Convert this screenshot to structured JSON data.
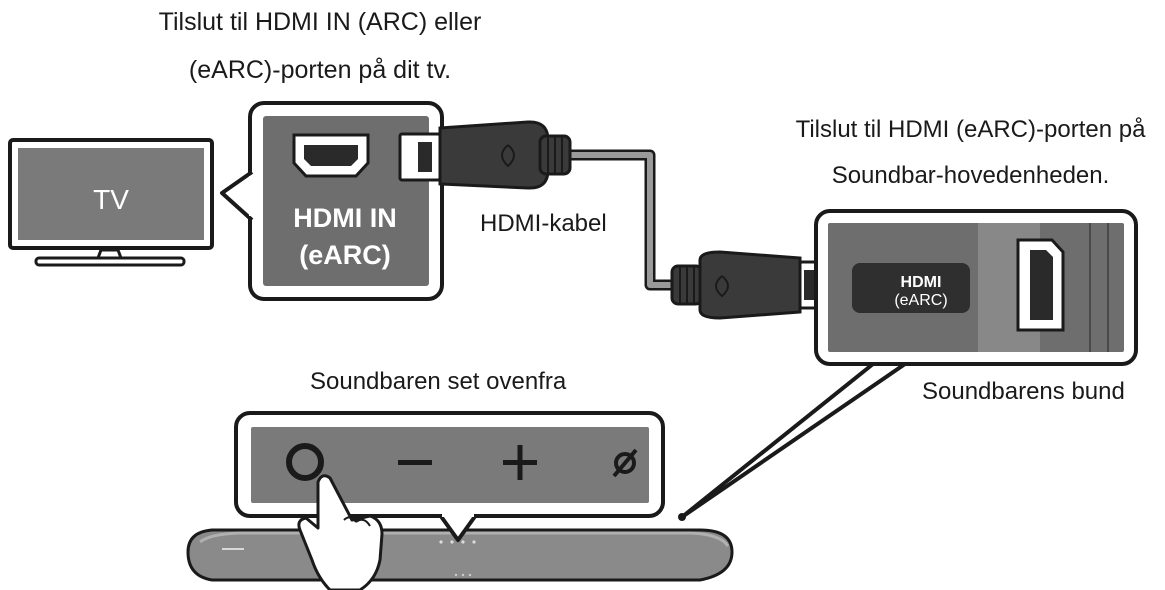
{
  "captions": {
    "tv_port_line1": "Tilslut til HDMI IN (ARC) eller",
    "tv_port_line2": "(eARC)-porten på dit tv.",
    "soundbar_port_line1": "Tilslut til HDMI (eARC)-porten på",
    "soundbar_port_line2": "Soundbar-hovedenheden.",
    "cable": "HDMI-kabel",
    "top_view": "Soundbaren set ovenfra",
    "bottom_view": "Soundbarens bund"
  },
  "tv": {
    "label": "TV"
  },
  "tv_port": {
    "line1": "HDMI IN",
    "line2": "(eARC)"
  },
  "soundbar_port": {
    "line1": "HDMI",
    "line2": "(eARC)"
  },
  "top_buttons": [
    {
      "name": "power",
      "icon": "power-ring-icon"
    },
    {
      "name": "volume-down",
      "icon": "minus-icon",
      "glyph": "–"
    },
    {
      "name": "volume-up",
      "icon": "plus-icon",
      "glyph": "+"
    },
    {
      "name": "mic-off",
      "icon": "mic-off-icon",
      "glyph": "ø"
    }
  ],
  "colors": {
    "outline": "#1a1a1a",
    "port_panel": "#6e6e6e",
    "cable": "#9a9a9a",
    "connector": "#3a3a3a",
    "soundbar": "#8a8a8a"
  }
}
